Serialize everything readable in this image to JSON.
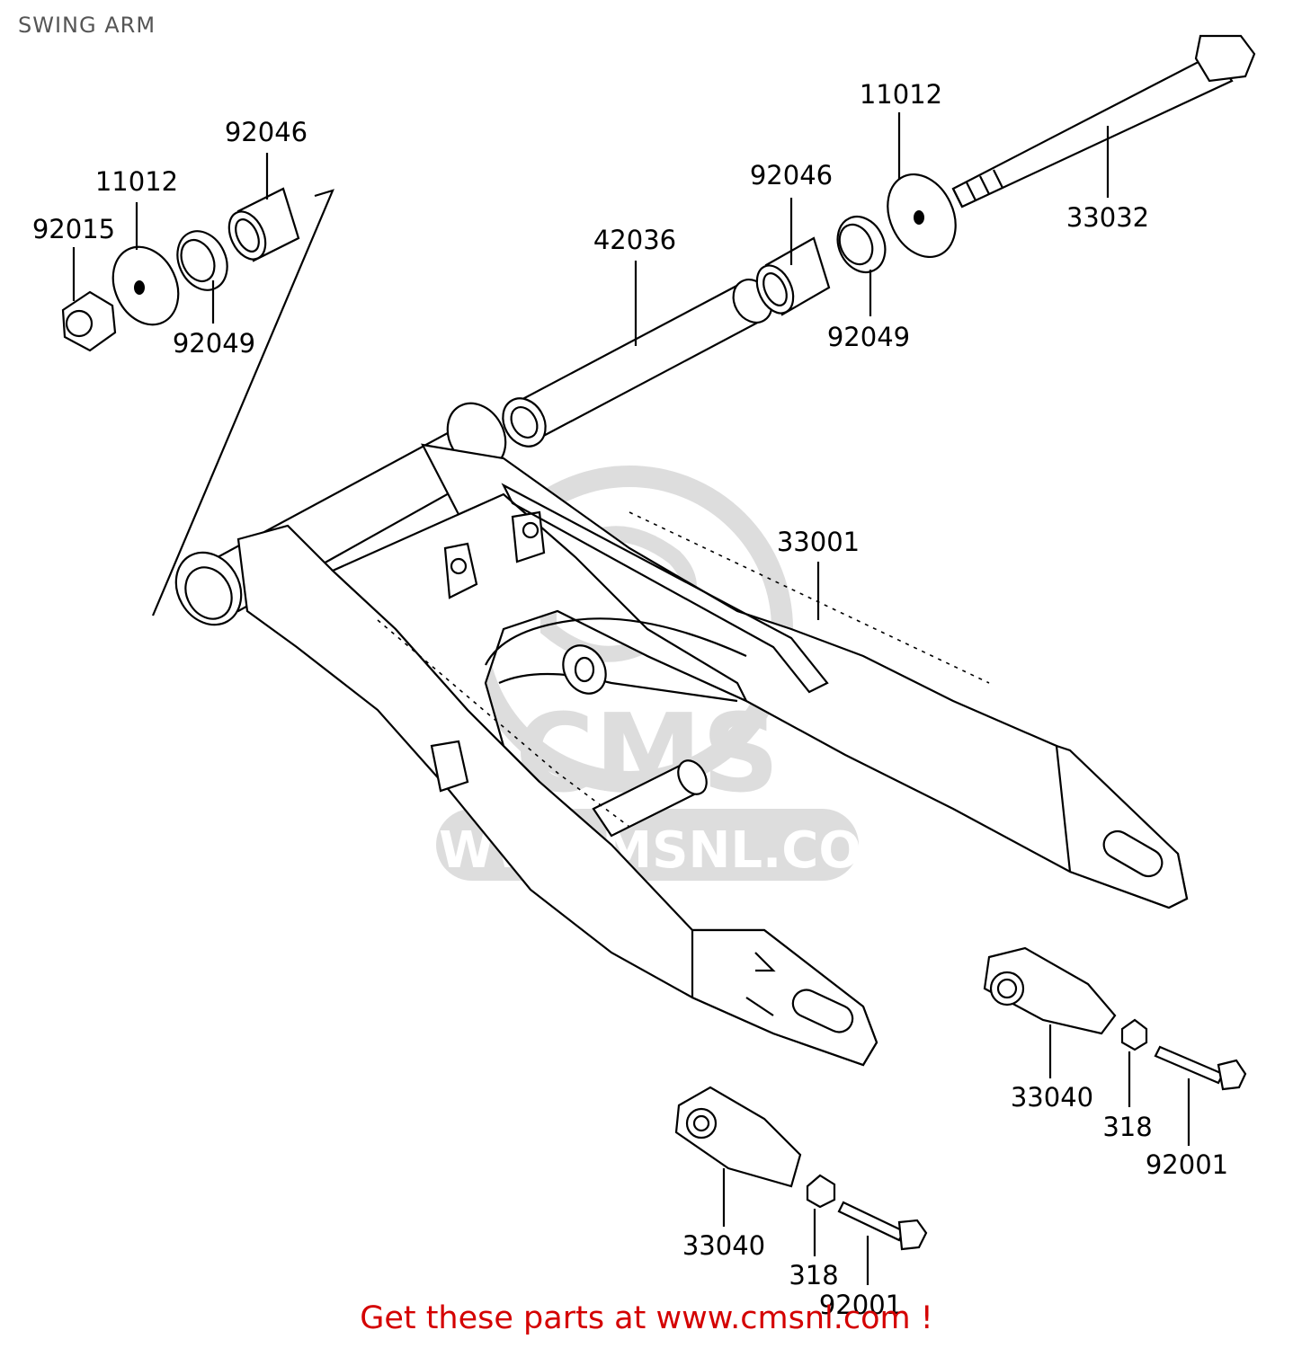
{
  "title": "SWING ARM",
  "footer": "Get these parts at www.cmsnl.com !",
  "watermark": "WWW.CMSNL.COM",
  "callouts": {
    "p92046_left": "92046",
    "p11012_left": "11012",
    "p92015": "92015",
    "p92049_left": "92049",
    "p42036": "42036",
    "p92046_right": "92046",
    "p11012_right": "11012",
    "p33032": "33032",
    "p92049_right": "92049",
    "p33001": "33001",
    "p33040_right": "33040",
    "p318_right": "318",
    "p92001_right": "92001",
    "p33040_left": "33040",
    "p318_left": "318",
    "p92001_left": "92001"
  }
}
